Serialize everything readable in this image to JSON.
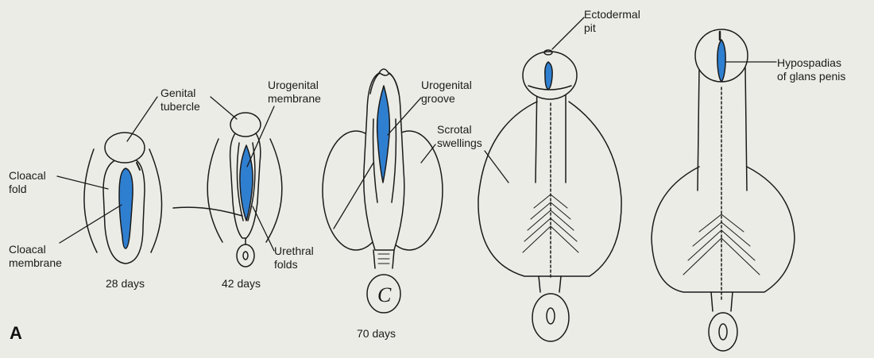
{
  "panel_letter": "A",
  "stages": {
    "day28": "28 days",
    "day42": "42 days",
    "day70": "70 days"
  },
  "labels": {
    "genital_tubercle": "Genital\ntubercle",
    "cloacal_fold": "Cloacal\nfold",
    "cloacal_membrane": "Cloacal\nmembrane",
    "urogenital_membrane": "Urogenital\nmembrane",
    "urethral_folds": "Urethral\nfolds",
    "urogenital_groove": "Urogenital\ngroove",
    "scrotal_swellings": "Scrotal\nswellings",
    "ectodermal_pit": "Ectodermal\npit",
    "hypospadias": "Hypospadias\nof glans penis"
  },
  "colors": {
    "background": "#ecece6",
    "ink": "#1a1a1a",
    "membrane_blue": "#2f7fd0"
  }
}
